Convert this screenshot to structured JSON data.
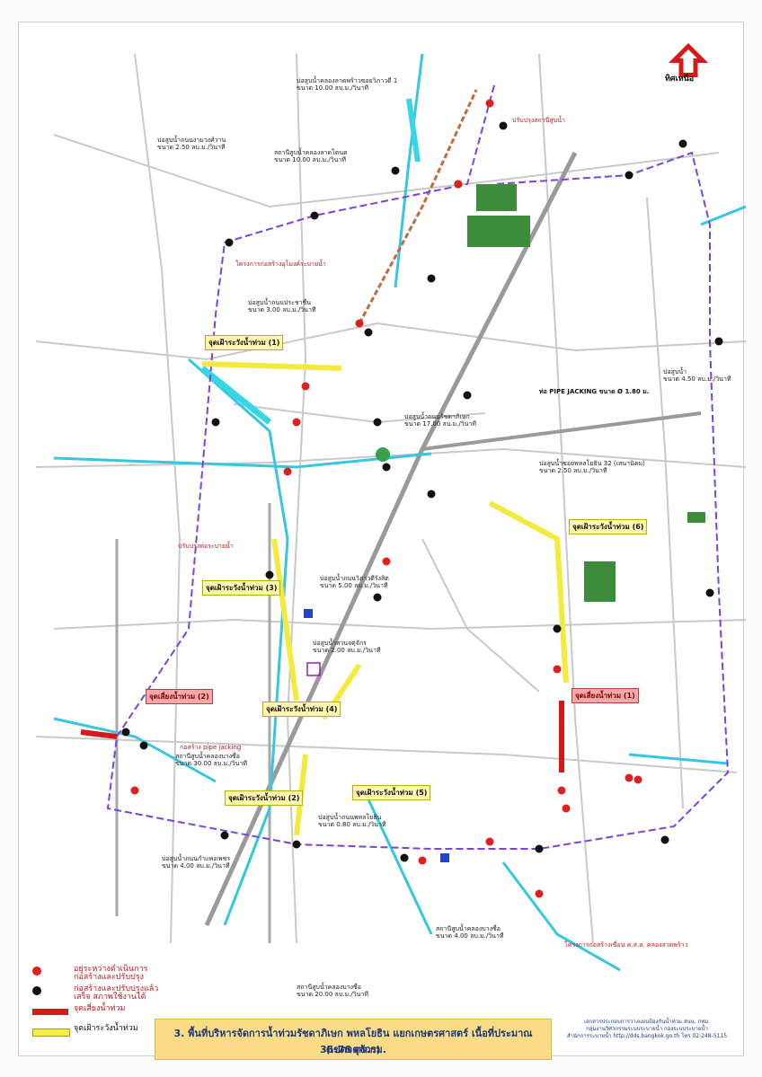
{
  "north_label": "ทิศเหนือ",
  "pipe_jacking": "ท่อ PIPE JACKING ขนาด Ø 1.80 ม.",
  "map_labels": [
    {
      "name": "pump-bangkhen-1",
      "text": "บ่อสูบน้ำคลองลาดพร้าวซอยวิภาวดี 1\nขนาด 10.00 ลบ.ม./วินาที"
    },
    {
      "name": "pump-lat-phrao",
      "text": "สถานีสูบน้ำคลองลาดโตนด\nขนาด 10.00 ลบ.ม./วินาที"
    },
    {
      "name": "pump-prachachuen",
      "text": "บ่อสูบน้ำถนนประชาชื่น\nขนาด 3.00 ลบ.ม./วินาที"
    },
    {
      "name": "pump-ratchadaphisek",
      "text": "บ่อสูบน้ำถนนรัชดาภิเษก\nขนาด 17.00 ลบ.ม./วินาที"
    },
    {
      "name": "pump-phahonyothin-32",
      "text": "บ่อสูบน้ำซอยพหลโยธิน 32 (เสนานิคม)\nขนาด 2.50 ลบ.ม./วินาที"
    },
    {
      "name": "pump-kaset",
      "text": "บ่อสูบน้ำ\nขนาด 4.50 ลบ.ม./วินาที"
    },
    {
      "name": "pump-ngamwongwan",
      "text": "บ่อสูบน้ำถนนงามวงศ์วาน\nขนาด 2.50 ลบ.ม./วินาที"
    },
    {
      "name": "pump-bang-sue",
      "text": "สถานีสูบน้ำคลองบางซื่อ\nขนาด 30.00 ลบ.ม./วินาที"
    },
    {
      "name": "pump-samsen",
      "text": "สถานีสูบน้ำคลองบางซื่อ\nขนาด 20.00 ลบ.ม./วินาที"
    },
    {
      "name": "pump-vibhavadi",
      "text": "บ่อสูบน้ำถนนวิภาวดีรังสิต\nขนาด 5.00 ลบ.ม./วินาที"
    },
    {
      "name": "pump-chatuchak",
      "text": "บ่อสูบน้ำสวนจตุจักร\nขนาด 2.00 ลบ.ม./วินาที"
    },
    {
      "name": "pump-kamphaeng-phet",
      "text": "บ่อสูบน้ำถนนกำแพงเพชร\nขนาด 4.00 ลบ.ม./วินาที"
    },
    {
      "name": "pump-phahon-south",
      "text": "บ่อสูบน้ำถนนพหลโยธิน\nขนาด 0.80 ลบ.ม./วินาที"
    },
    {
      "name": "pump-bang-sue-canal",
      "text": "สถานีสูบน้ำคลองบางซื่อ\nขนาด 4.00 ลบ.ม./วินาที"
    }
  ],
  "red_notes": [
    {
      "name": "note-pipe-jacking",
      "text": "ก่อสร้าง pipe jacking"
    },
    {
      "name": "note-tunnel",
      "text": "โครงการก่อสร้างอุโมงค์ระบายน้ำ"
    },
    {
      "name": "note-widen",
      "text": "ปรับปรุงท่อระบายน้ำ"
    },
    {
      "name": "note-pump-upgrade",
      "text": "ปรับปรุงสถานีสูบน้ำ"
    },
    {
      "name": "note-lat-phrao",
      "text": "โครงการก่อสร้างเขื่อน ค.ส.ล. คลองลาดพร้าว"
    }
  ],
  "watch_zones": [
    {
      "name": "watch-point-1",
      "text": "จุดเฝ้าระวังน้ำท่วม (1)"
    },
    {
      "name": "watch-point-2",
      "text": "จุดเฝ้าระวังน้ำท่วม (2)"
    },
    {
      "name": "watch-point-3",
      "text": "จุดเฝ้าระวังน้ำท่วม (3)"
    },
    {
      "name": "watch-point-4",
      "text": "จุดเฝ้าระวังน้ำท่วม (4)"
    },
    {
      "name": "watch-point-5",
      "text": "จุดเฝ้าระวังน้ำท่วม (5)"
    },
    {
      "name": "watch-point-6",
      "text": "จุดเฝ้าระวังน้ำท่วม (6)"
    }
  ],
  "flood_points": [
    {
      "name": "flood-point-1",
      "text": "จุดเสี่ยงน้ำท่วม (1)"
    },
    {
      "name": "flood-point-2",
      "text": "จุดเสี่ยงน้ำท่วม (2)"
    }
  ],
  "legend": {
    "in_progress": "อยู่ระหว่างดำเนินการก่อสร้างและปรับปรุง",
    "done": "ก่อสร้างและปรับปรุงแล้วเสร็จ สภาพใช้งานได้",
    "flood": "จุดเสี่ยงน้ำท่วม",
    "watch": "จุดเฝ้าระวังน้ำท่วม",
    "colors": {
      "in_progress": "#e02020",
      "done": "#111111",
      "flood": "#d81818",
      "watch": "#f5ef4a"
    }
  },
  "title": {
    "line1": "3. พื้นที่บริหารจัดการน้ำท่วมรัชดาภิเษก พหลโยธิน แยกเกษตรศาสตร์ เนื้อที่ประมาณ 36.76 ตร.กม.",
    "line2": "(เขตจตุจักร)"
  },
  "credit": "เอกสารประกอบการวางแผนป้องกันน้ำท่วม สนน. กทม.\nกลุ่มงานวิศวกรรมระบบระบายน้ำ กองระบบระบายน้ำ\nสำนักการระบายน้ำ http://dds.bangkok.go.th โทร 02-248-5115"
}
